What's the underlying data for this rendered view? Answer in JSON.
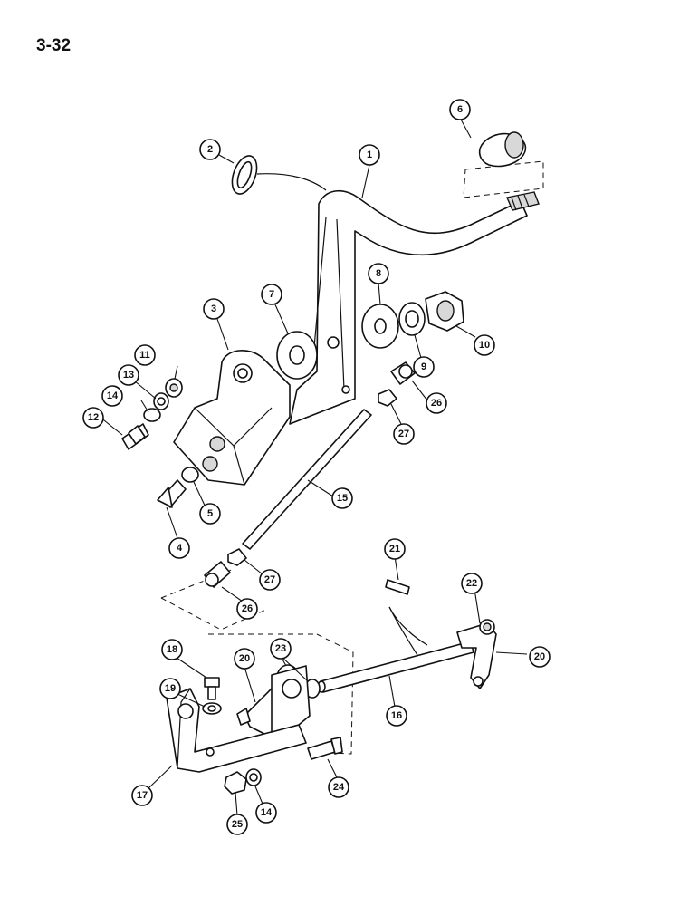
{
  "page_number": "3-32",
  "callouts": [
    {
      "id": "c1",
      "label": "1"
    },
    {
      "id": "c2",
      "label": "2"
    },
    {
      "id": "c3",
      "label": "3"
    },
    {
      "id": "c4",
      "label": "4"
    },
    {
      "id": "c5",
      "label": "5"
    },
    {
      "id": "c6",
      "label": "6"
    },
    {
      "id": "c7",
      "label": "7"
    },
    {
      "id": "c8",
      "label": "8"
    },
    {
      "id": "c9",
      "label": "9"
    },
    {
      "id": "c10",
      "label": "10"
    },
    {
      "id": "c11",
      "label": "11"
    },
    {
      "id": "c12",
      "label": "12"
    },
    {
      "id": "c13",
      "label": "13"
    },
    {
      "id": "c14a",
      "label": "14"
    },
    {
      "id": "c15",
      "label": "15"
    },
    {
      "id": "c26a",
      "label": "26"
    },
    {
      "id": "c27a",
      "label": "27"
    },
    {
      "id": "c27b",
      "label": "27"
    },
    {
      "id": "c26b",
      "label": "26"
    },
    {
      "id": "c21",
      "label": "21"
    },
    {
      "id": "c22",
      "label": "22"
    },
    {
      "id": "c20a",
      "label": "20"
    },
    {
      "id": "c18",
      "label": "18"
    },
    {
      "id": "c20b",
      "label": "20"
    },
    {
      "id": "c23",
      "label": "23"
    },
    {
      "id": "c19",
      "label": "19"
    },
    {
      "id": "c16",
      "label": "16"
    },
    {
      "id": "c17",
      "label": "17"
    },
    {
      "id": "c24",
      "label": "24"
    },
    {
      "id": "c25",
      "label": "25"
    },
    {
      "id": "c14b",
      "label": "14"
    }
  ]
}
